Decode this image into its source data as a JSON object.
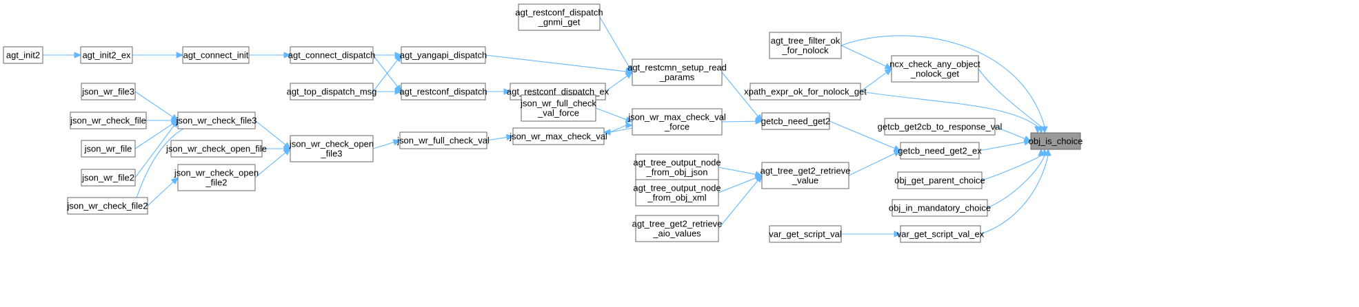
{
  "graph": {
    "root": "obj_is_choice",
    "colors": {
      "edge": "#63b8ff",
      "node_border": "#666666",
      "root_fill": "#999999",
      "node_fill": "#ffffff"
    },
    "nodes": [
      {
        "id": "agt_init2",
        "lines": [
          "agt_init2"
        ]
      },
      {
        "id": "agt_init2_ex",
        "lines": [
          "agt_init2_ex"
        ]
      },
      {
        "id": "agt_connect_init",
        "lines": [
          "agt_connect_init"
        ]
      },
      {
        "id": "agt_connect_dispatch",
        "lines": [
          "agt_connect_dispatch"
        ]
      },
      {
        "id": "agt_top_dispatch_msg",
        "lines": [
          "agt_top_dispatch_msg"
        ]
      },
      {
        "id": "agt_yangapi_dispatch",
        "lines": [
          "agt_yangapi_dispatch"
        ]
      },
      {
        "id": "agt_restconf_dispatch",
        "lines": [
          "agt_restconf_dispatch"
        ]
      },
      {
        "id": "agt_restconf_dispatch_gnmi_get",
        "lines": [
          "agt_restconf_dispatch",
          "_gnmi_get"
        ]
      },
      {
        "id": "agt_restconf_dispatch_ex",
        "lines": [
          "agt_restconf_dispatch_ex"
        ]
      },
      {
        "id": "agt_restcmn_setup_read_params",
        "lines": [
          "agt_restcmn_setup_read",
          "_params"
        ]
      },
      {
        "id": "json_wr_file3",
        "lines": [
          "json_wr_file3"
        ]
      },
      {
        "id": "json_wr_check_file",
        "lines": [
          "json_wr_check_file"
        ]
      },
      {
        "id": "json_wr_file",
        "lines": [
          "json_wr_file"
        ]
      },
      {
        "id": "json_wr_file2",
        "lines": [
          "json_wr_file2"
        ]
      },
      {
        "id": "json_wr_check_file2",
        "lines": [
          "json_wr_check_file2"
        ]
      },
      {
        "id": "json_wr_check_file3",
        "lines": [
          "json_wr_check_file3"
        ]
      },
      {
        "id": "json_wr_check_open_file",
        "lines": [
          "json_wr_check_open_file"
        ]
      },
      {
        "id": "json_wr_check_open_file2",
        "lines": [
          "json_wr_check_open",
          "_file2"
        ]
      },
      {
        "id": "json_wr_check_open_file3",
        "lines": [
          "json_wr_check_open",
          "_file3"
        ]
      },
      {
        "id": "json_wr_full_check_val",
        "lines": [
          "json_wr_full_check_val"
        ]
      },
      {
        "id": "json_wr_full_check_val_force",
        "lines": [
          "json_wr_full_check",
          "_val_force"
        ]
      },
      {
        "id": "json_wr_max_check_val",
        "lines": [
          "json_wr_max_check_val"
        ]
      },
      {
        "id": "json_wr_max_check_val_force",
        "lines": [
          "json_wr_max_check_val",
          "_force"
        ]
      },
      {
        "id": "getcb_need_get2",
        "lines": [
          "getcb_need_get2"
        ]
      },
      {
        "id": "agt_tree_output_node_from_obj_json",
        "lines": [
          "agt_tree_output_node",
          "_from_obj_json"
        ]
      },
      {
        "id": "agt_tree_output_node_from_obj_xml",
        "lines": [
          "agt_tree_output_node",
          "_from_obj_xml"
        ]
      },
      {
        "id": "agt_tree_get2_retrieve_aio_values",
        "lines": [
          "agt_tree_get2_retrieve",
          "_aio_values"
        ]
      },
      {
        "id": "agt_tree_get2_retrieve_value",
        "lines": [
          "agt_tree_get2_retrieve",
          "_value"
        ]
      },
      {
        "id": "var_get_script_val",
        "lines": [
          "var_get_script_val"
        ]
      },
      {
        "id": "agt_tree_filter_ok_for_nolock",
        "lines": [
          "agt_tree_filter_ok",
          "_for_nolock"
        ]
      },
      {
        "id": "xpath_expr_ok_for_nolock_get",
        "lines": [
          "xpath_expr_ok_for_nolock_get"
        ]
      },
      {
        "id": "ncx_check_any_object_nolock_get",
        "lines": [
          "ncx_check_any_object",
          "_nolock_get"
        ]
      },
      {
        "id": "getcb_get2cb_to_response_val",
        "lines": [
          "getcb_get2cb_to_response_val"
        ]
      },
      {
        "id": "getcb_need_get2_ex",
        "lines": [
          "getcb_need_get2_ex"
        ]
      },
      {
        "id": "obj_get_parent_choice",
        "lines": [
          "obj_get_parent_choice"
        ]
      },
      {
        "id": "obj_in_mandatory_choice",
        "lines": [
          "obj_in_mandatory_choice"
        ]
      },
      {
        "id": "var_get_script_val_ex",
        "lines": [
          "var_get_script_val_ex"
        ]
      },
      {
        "id": "obj_is_choice",
        "lines": [
          "obj_is_choice"
        ]
      }
    ],
    "edges": [
      [
        "agt_init2",
        "agt_init2_ex"
      ],
      [
        "agt_init2_ex",
        "agt_connect_init"
      ],
      [
        "agt_connect_init",
        "agt_connect_dispatch"
      ],
      [
        "agt_connect_dispatch",
        "agt_yangapi_dispatch"
      ],
      [
        "agt_connect_dispatch",
        "agt_restconf_dispatch"
      ],
      [
        "agt_top_dispatch_msg",
        "agt_yangapi_dispatch"
      ],
      [
        "agt_top_dispatch_msg",
        "agt_restconf_dispatch"
      ],
      [
        "agt_yangapi_dispatch",
        "agt_restcmn_setup_read_params"
      ],
      [
        "agt_restconf_dispatch",
        "agt_restconf_dispatch_ex"
      ],
      [
        "agt_restconf_dispatch_ex",
        "agt_restcmn_setup_read_params"
      ],
      [
        "agt_restconf_dispatch_gnmi_get",
        "agt_restcmn_setup_read_params"
      ],
      [
        "agt_restcmn_setup_read_params",
        "getcb_need_get2"
      ],
      [
        "json_wr_file3",
        "json_wr_check_file3"
      ],
      [
        "json_wr_check_file",
        "json_wr_check_file3"
      ],
      [
        "json_wr_file",
        "json_wr_check_file3"
      ],
      [
        "json_wr_file2",
        "json_wr_check_file3"
      ],
      [
        "json_wr_check_file2",
        "json_wr_check_file3"
      ],
      [
        "json_wr_check_file2",
        "json_wr_check_open_file2"
      ],
      [
        "json_wr_check_file3",
        "json_wr_check_open_file3"
      ],
      [
        "json_wr_check_open_file",
        "json_wr_check_open_file3"
      ],
      [
        "json_wr_check_open_file2",
        "json_wr_check_open_file3"
      ],
      [
        "json_wr_check_open_file3",
        "json_wr_full_check_val"
      ],
      [
        "json_wr_full_check_val",
        "json_wr_max_check_val"
      ],
      [
        "json_wr_max_check_val",
        "json_wr_max_check_val_force"
      ],
      [
        "json_wr_max_check_val_force",
        "json_wr_max_check_val"
      ],
      [
        "json_wr_full_check_val_force",
        "json_wr_max_check_val_force"
      ],
      [
        "json_wr_max_check_val_force",
        "getcb_need_get2"
      ],
      [
        "getcb_need_get2",
        "getcb_need_get2_ex"
      ],
      [
        "agt_tree_output_node_from_obj_json",
        "agt_tree_get2_retrieve_value"
      ],
      [
        "agt_tree_output_node_from_obj_xml",
        "agt_tree_get2_retrieve_value"
      ],
      [
        "agt_tree_get2_retrieve_aio_values",
        "agt_tree_get2_retrieve_value"
      ],
      [
        "agt_tree_get2_retrieve_value",
        "getcb_need_get2_ex"
      ],
      [
        "agt_tree_filter_ok_for_nolock",
        "ncx_check_any_object_nolock_get"
      ],
      [
        "xpath_expr_ok_for_nolock_get",
        "ncx_check_any_object_nolock_get"
      ],
      [
        "var_get_script_val",
        "var_get_script_val_ex"
      ],
      [
        "agt_tree_filter_ok_for_nolock",
        "obj_is_choice"
      ],
      [
        "ncx_check_any_object_nolock_get",
        "obj_is_choice"
      ],
      [
        "xpath_expr_ok_for_nolock_get",
        "obj_is_choice"
      ],
      [
        "getcb_get2cb_to_response_val",
        "obj_is_choice"
      ],
      [
        "getcb_need_get2_ex",
        "obj_is_choice"
      ],
      [
        "obj_get_parent_choice",
        "obj_is_choice"
      ],
      [
        "obj_in_mandatory_choice",
        "obj_is_choice"
      ],
      [
        "var_get_script_val_ex",
        "obj_is_choice"
      ]
    ]
  }
}
